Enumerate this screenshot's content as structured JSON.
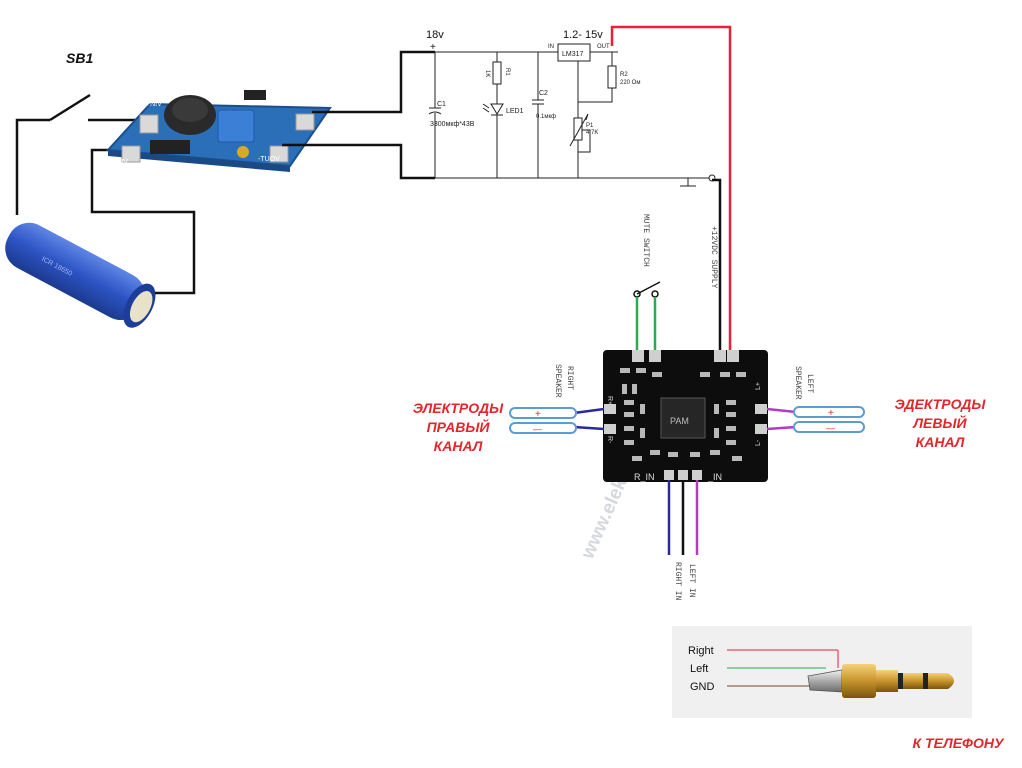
{
  "labels": {
    "switch": "SB1",
    "voltage_in": "18v",
    "voltage_out": "1.2- 15v",
    "lm317": "LM317",
    "pin_in": "IN",
    "pin_out": "OUT",
    "r1": "R1",
    "r1_value": "1K",
    "led": "LED1",
    "c1": "C1",
    "c1_value": "3300мкф*43В",
    "c2": "C2",
    "c2_value": "0.1мкф",
    "r2": "R2",
    "r2_value": "220 Ом",
    "p1": "P1",
    "p1_value": "4.7K",
    "plus": "+",
    "module_out_plus": "+TUOV",
    "module_out_minus": "-TUOV",
    "module_in_minus": "-NIV",
    "module_in_plus": "+NIV",
    "mute_switch": "MUTE SWITCH",
    "supply": "+12VDC SUPPLY",
    "speaker_right": [
      "SPEAKER",
      "RIGHT"
    ],
    "speaker_left": [
      "SPEAKER",
      "LEFT"
    ],
    "r_in": "R_IN",
    "l_in": "_IN",
    "right_in": "RIGHT IN",
    "left_in": "LEFT IN",
    "pam": "PAM",
    "r_plus": "R+",
    "r_minus": "R-",
    "l_plus": "L+",
    "l_minus": "L-",
    "electrode_plus": "+",
    "electrode_minus": "—",
    "electrodes_right": [
      "ЭЛЕКТРОДЫ",
      "ПРАВЫЙ",
      "КАНАЛ"
    ],
    "electrodes_left": [
      "ЭДЕКТРОДЫ",
      "ЛЕВЫЙ",
      "КАНАЛ"
    ],
    "jack_right": "Right",
    "jack_left": "Left",
    "jack_gnd": "GND",
    "to_phone": "К ТЕЛЕФОНУ",
    "watermark": "www.elektronika.Ru"
  },
  "colors": {
    "wire": "#111111",
    "supply_wire": "#e8203a",
    "mute_wire": "#2fa84f",
    "right_channel_wire": "#2a2a9c",
    "left_channel_wire": "#b13cc4",
    "label_red": "#e3262b",
    "pcb": "#0d0d0d",
    "boost_module": "#2b6fb8",
    "battery": "#2e56c9"
  }
}
